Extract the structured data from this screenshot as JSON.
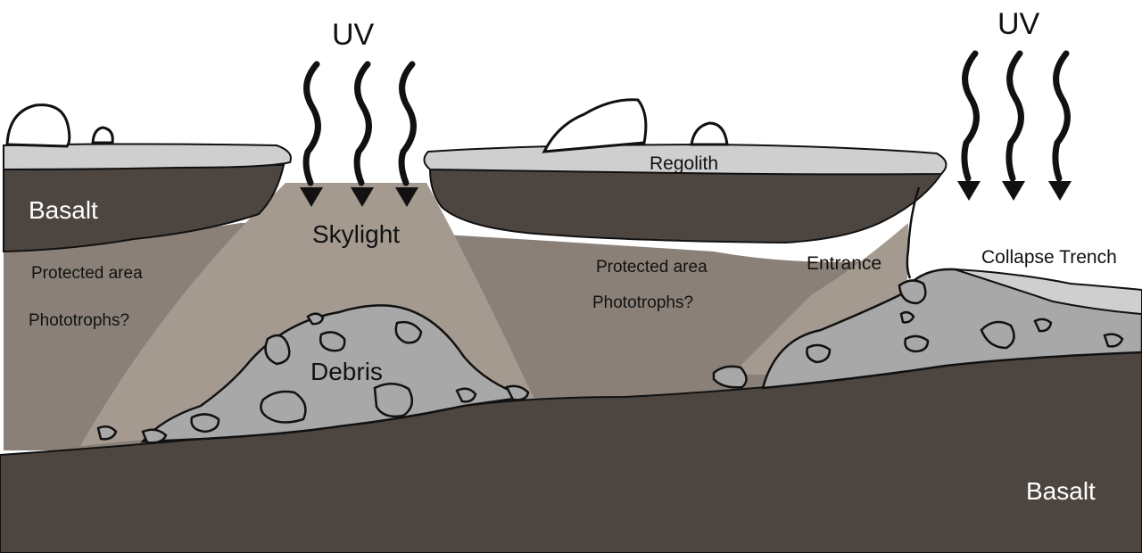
{
  "labels": {
    "uv_left": "UV",
    "uv_right": "UV",
    "skylight": "Skylight",
    "regolith": "Regolith",
    "basalt_top": "Basalt",
    "basalt_bottom": "Basalt",
    "debris": "Debris",
    "entrance": "Entrance",
    "collapse_trench": "Collapse Trench",
    "protected_left": "Protected area",
    "phototrophs_left": "Phototrophs?",
    "protected_right": "Protected area",
    "phototrophs_right": "Phototrophs?"
  },
  "colors": {
    "basalt": "#4d4540",
    "cave_wall": "#8a8078",
    "light_zone": "#a49a90",
    "debris": "#a8a8a8",
    "regolith": "#cfcfcf",
    "outline": "#111111",
    "text_dark": "#111111",
    "text_light": "#ffffff"
  },
  "icons": [
    "uv-ray-icon"
  ]
}
